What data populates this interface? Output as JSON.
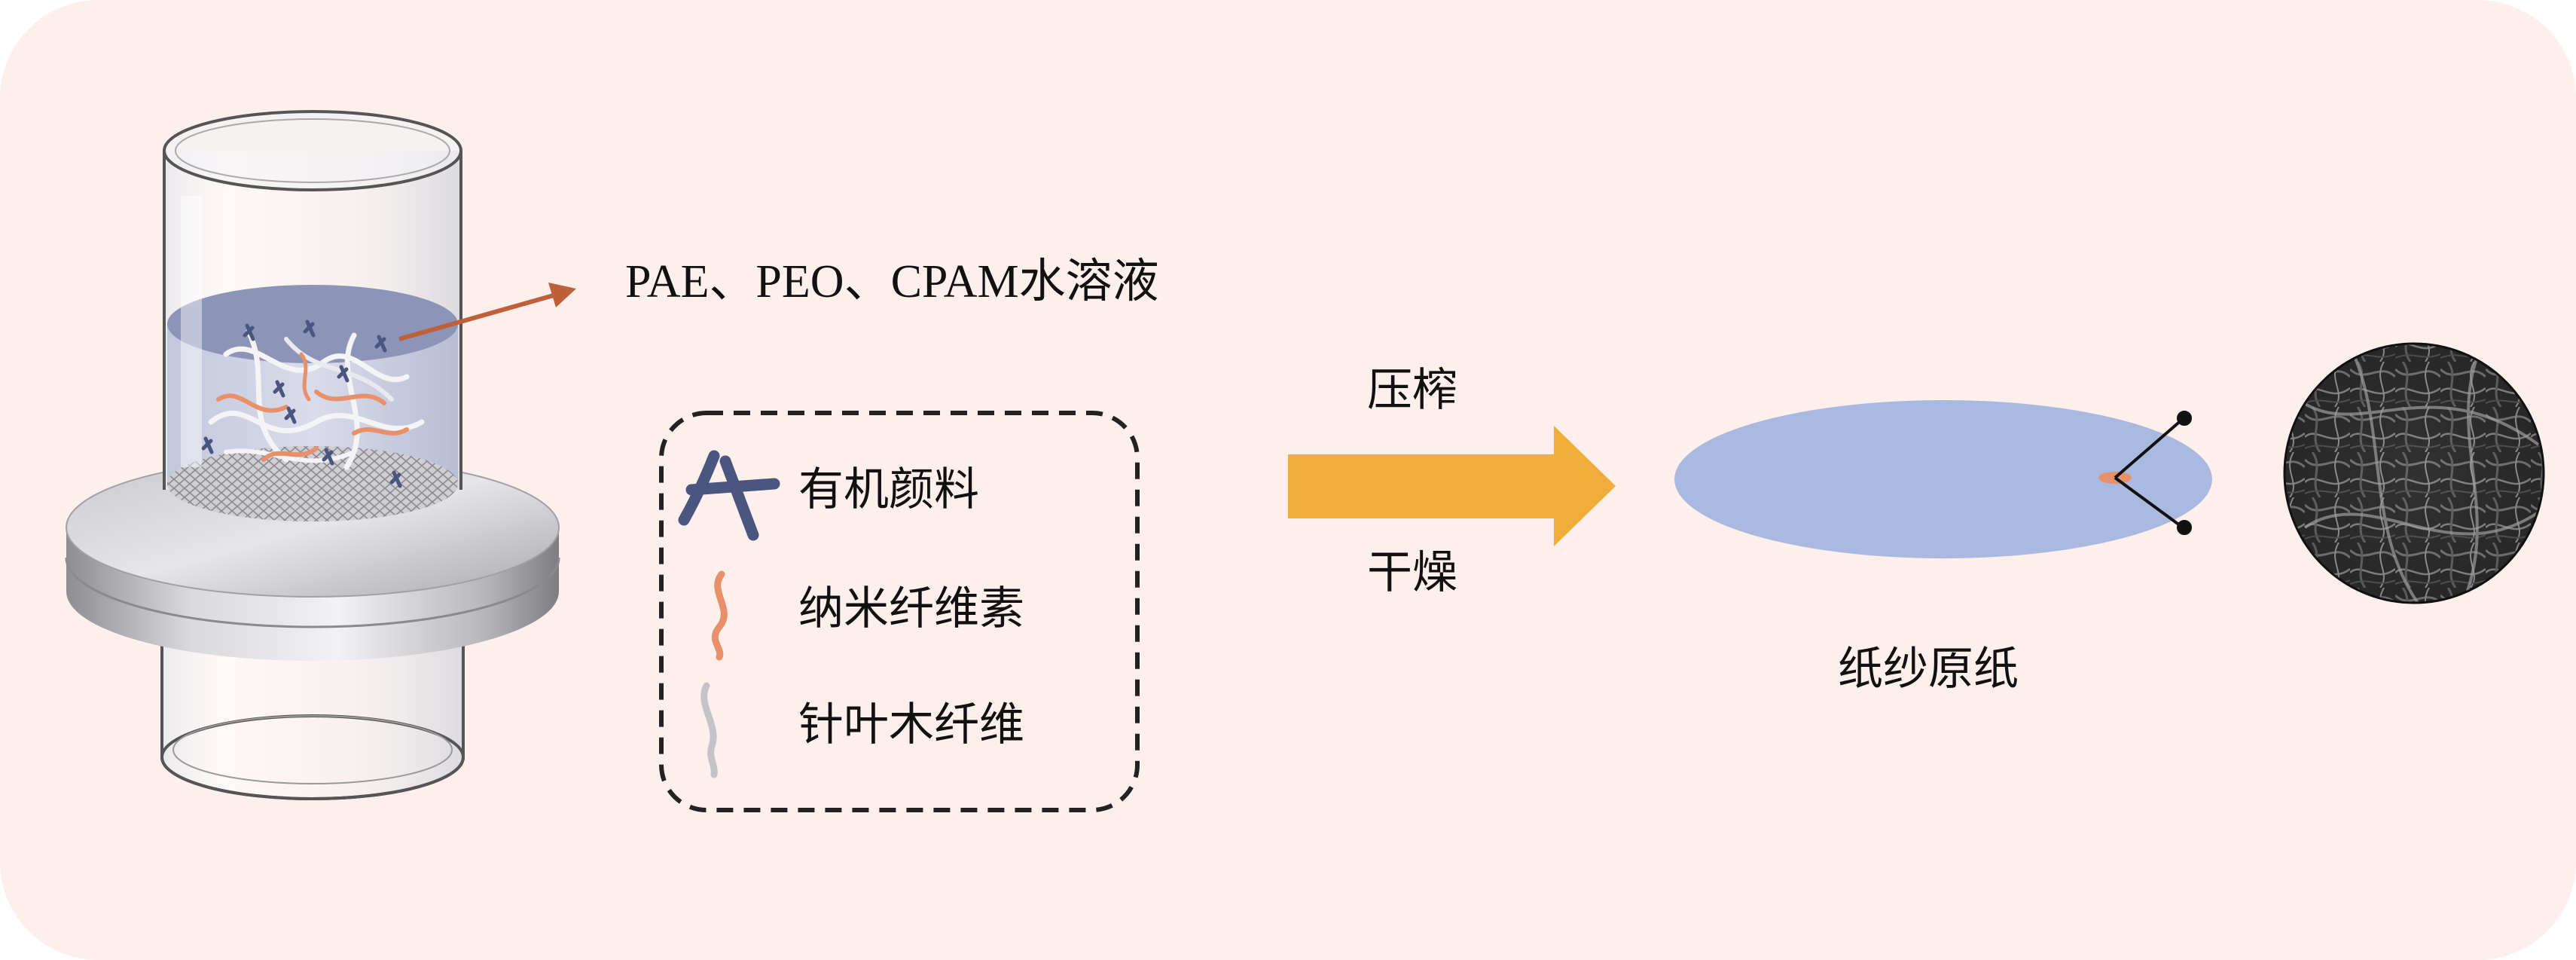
{
  "diagram": {
    "solution_label": "PAE、PEO、CPAM水溶液",
    "legend": {
      "items": [
        {
          "icon": "organic-pigment-icon",
          "label": "有机颜料"
        },
        {
          "icon": "nanocellulose-icon",
          "label": "纳米纤维素"
        },
        {
          "icon": "softwood-fiber-icon",
          "label": "针叶木纤维"
        }
      ]
    },
    "process": {
      "top_label": "压榨",
      "bottom_label": "干燥"
    },
    "product_label": "纸纱原纸",
    "colors": {
      "background": "#fdf0ec",
      "arrow": "#f0ad3a",
      "paper_disc": "#a9b9e0",
      "nanocellulose": "#e8906a",
      "pigment": "#4a5580",
      "pointer_arrow": "#c0603a"
    }
  }
}
